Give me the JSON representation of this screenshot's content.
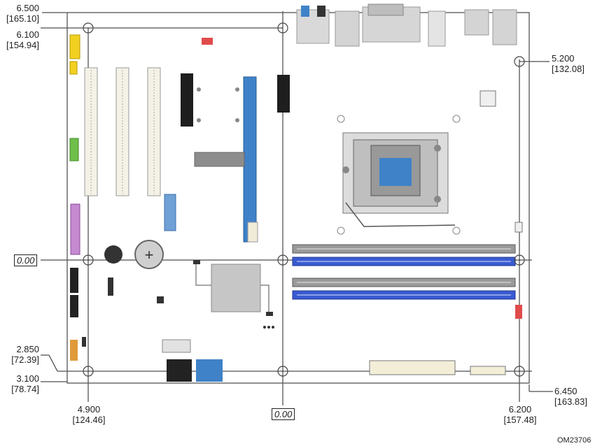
{
  "dimensions": {
    "top_6500": {
      "in": "6.500",
      "mm": "[165.10]"
    },
    "top_6100": {
      "in": "6.100",
      "mm": "[154.94]"
    },
    "right_5200": {
      "in": "5.200",
      "mm": "[132.08]"
    },
    "left_zero": "0.00",
    "left_2850": {
      "in": "2.850",
      "mm": "[72.39]"
    },
    "left_3100": {
      "in": "3.100",
      "mm": "[78.74]"
    },
    "bottom_4900": {
      "in": "4.900",
      "mm": "[124.46]"
    },
    "bottom_zero": "0.00",
    "bottom_6200": {
      "in": "6.200",
      "mm": "[157.48]"
    },
    "right_6450": {
      "in": "6.450",
      "mm": "[163.83]"
    }
  },
  "figure_id": "OM23706",
  "battery_symbol": "+",
  "colors": {
    "board_outline": "#555555",
    "pcie_x16_slot": "#3f82c8",
    "dimm_blue": "#3a5bd0",
    "dimm_gray": "#9a9a9a",
    "header_yellow": "#f2d022",
    "header_pink": "#c58ad0",
    "header_green": "#6fbf4a",
    "header_red": "#e04b4b",
    "header_black": "#222222",
    "mount_hole": "#444444"
  },
  "icons": [
    "mounting-hole-icon",
    "battery-icon",
    "cpu-socket-icon",
    "dimm-slot-icon",
    "pci-slot-icon",
    "heatsink-icon"
  ]
}
